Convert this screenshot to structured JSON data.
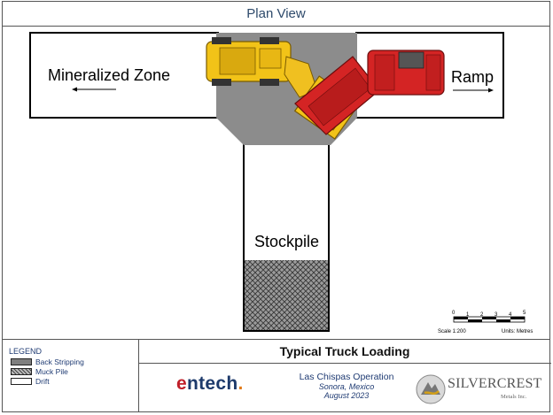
{
  "header": {
    "view_title": "Plan View"
  },
  "plan": {
    "mineralized_zone_label": "Mineralized Zone",
    "ramp_label": "Ramp",
    "stockpile_label": "Stockpile"
  },
  "scale_bar": {
    "ticks": [
      "0",
      "1",
      "2",
      "3",
      "4",
      "5"
    ],
    "scale_text": "Scale 1:200",
    "units_text": "Units: Metres"
  },
  "legend": {
    "title": "LEGEND",
    "items": [
      {
        "label": "Back Stripping",
        "swatch": "gray"
      },
      {
        "label": "Muck Pile",
        "swatch": "hatched"
      },
      {
        "label": "Drift",
        "swatch": "outline"
      }
    ]
  },
  "title_block": {
    "title": "Typical Truck Loading",
    "operation": "Las Chispas Operation",
    "location": "Sonora, Mexico",
    "date": "August 2023",
    "entech_logo": {
      "prefix": "e",
      "rest": "ntech",
      "dot": "."
    },
    "silvercrest_logo": {
      "name": "SILVERCREST",
      "sub": "Metals Inc."
    }
  },
  "colors": {
    "drift_outline": "#000000",
    "back_stripping": "#8c8c8c",
    "loader_yellow": "#f2c318",
    "truck_red": "#d42424",
    "text_blue": "#1f3b73"
  }
}
